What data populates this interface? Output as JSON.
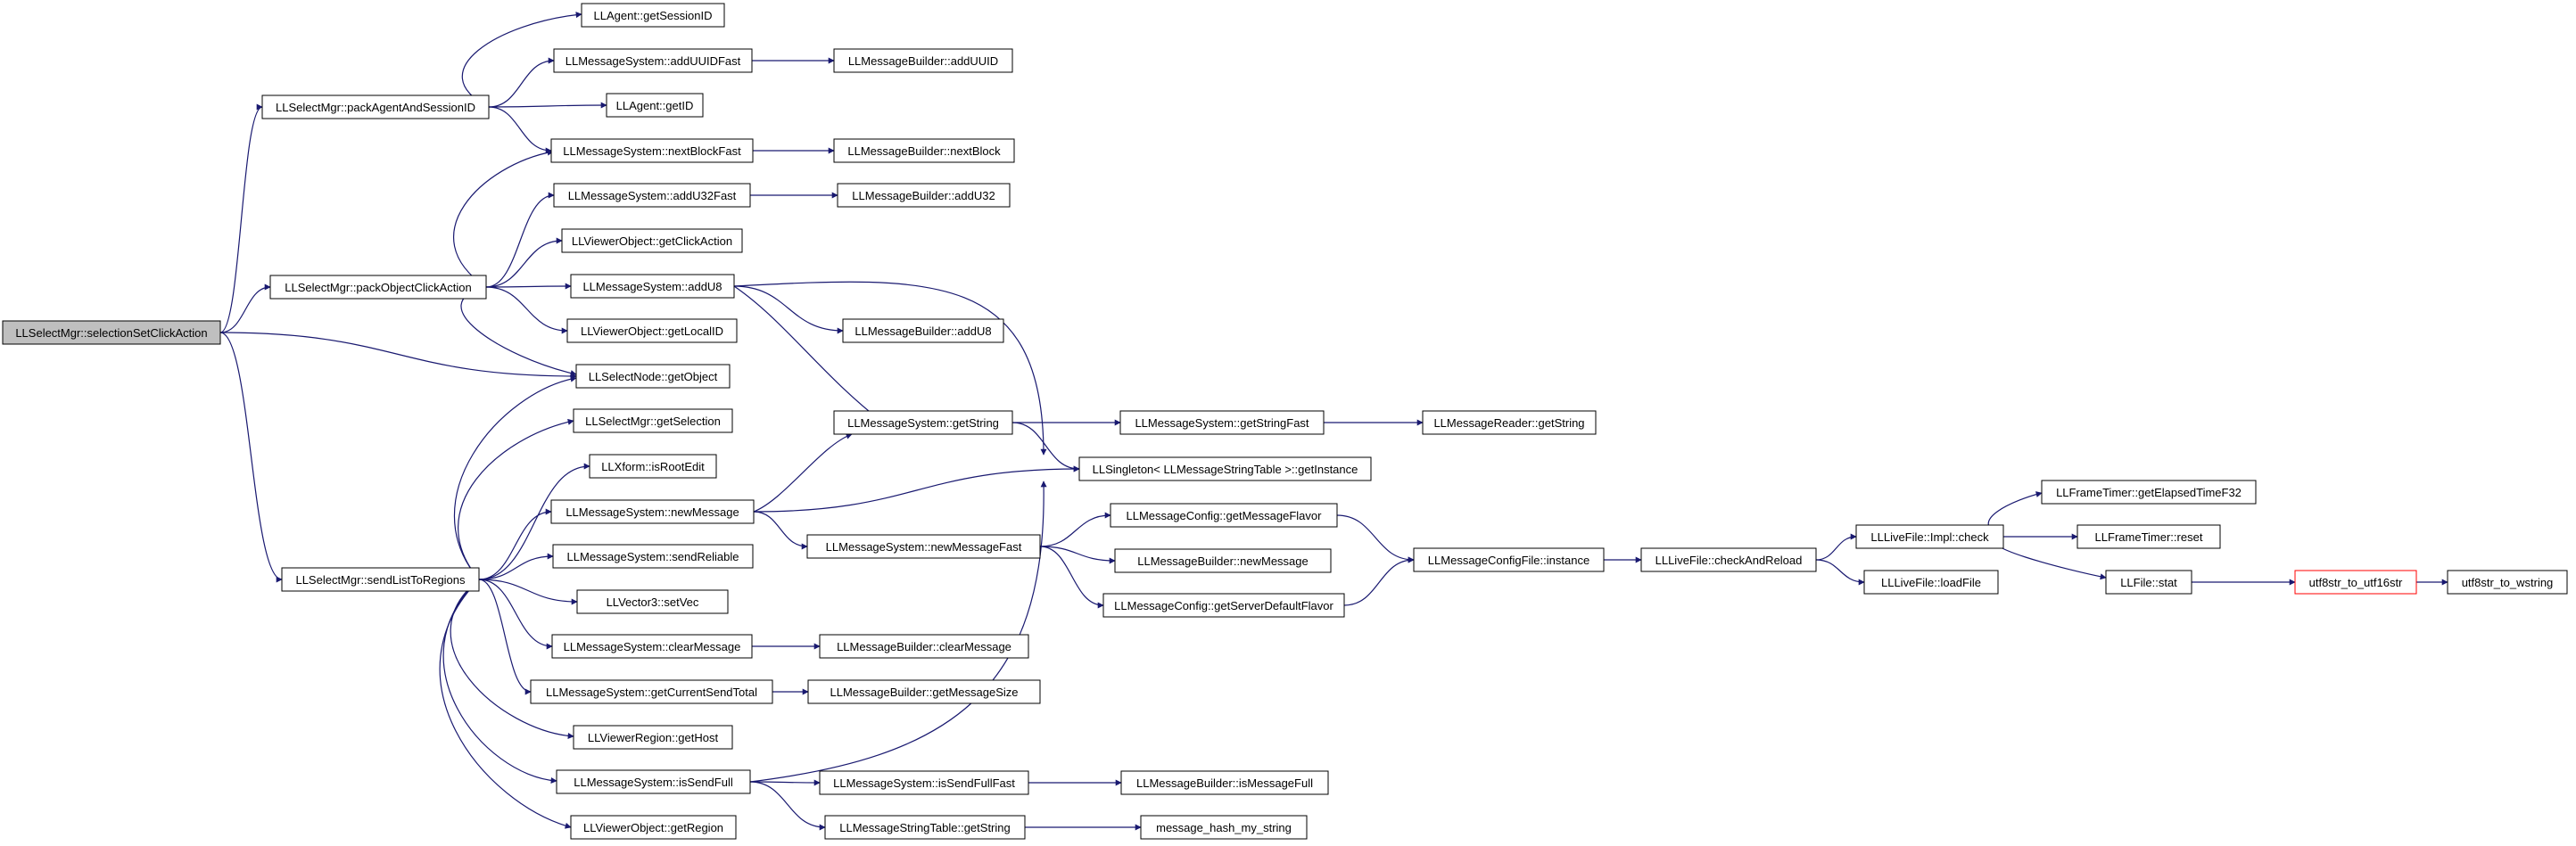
{
  "nodes": [
    {
      "id": "selectionSetClickAction",
      "label": "LLSelectMgr::selectionSetClickAction",
      "style": "root"
    },
    {
      "id": "packAgentAndSessionID",
      "label": "LLSelectMgr::packAgentAndSessionID"
    },
    {
      "id": "packObjectClickAction",
      "label": "LLSelectMgr::packObjectClickAction"
    },
    {
      "id": "sendListToRegions",
      "label": "LLSelectMgr::sendListToRegions"
    },
    {
      "id": "getSessionID",
      "label": "LLAgent::getSessionID"
    },
    {
      "id": "addUUIDFast",
      "label": "LLMessageSystem::addUUIDFast"
    },
    {
      "id": "getID",
      "label": "LLAgent::getID"
    },
    {
      "id": "nextBlockFast",
      "label": "LLMessageSystem::nextBlockFast"
    },
    {
      "id": "addU32Fast",
      "label": "LLMessageSystem::addU32Fast"
    },
    {
      "id": "getClickAction",
      "label": "LLViewerObject::getClickAction"
    },
    {
      "id": "addU8",
      "label": "LLMessageSystem::addU8"
    },
    {
      "id": "getLocalID",
      "label": "LLViewerObject::getLocalID"
    },
    {
      "id": "getObject",
      "label": "LLSelectNode::getObject"
    },
    {
      "id": "getSelection",
      "label": "LLSelectMgr::getSelection"
    },
    {
      "id": "isRootEdit",
      "label": "LLXform::isRootEdit"
    },
    {
      "id": "newMessage",
      "label": "LLMessageSystem::newMessage"
    },
    {
      "id": "sendReliable",
      "label": "LLMessageSystem::sendReliable"
    },
    {
      "id": "setVec",
      "label": "LLVector3::setVec"
    },
    {
      "id": "clearMessage",
      "label": "LLMessageSystem::clearMessage"
    },
    {
      "id": "getCurrentSendTotal",
      "label": "LLMessageSystem::getCurrentSendTotal"
    },
    {
      "id": "getHost",
      "label": "LLViewerRegion::getHost"
    },
    {
      "id": "isSendFull",
      "label": "LLMessageSystem::isSendFull"
    },
    {
      "id": "getRegion",
      "label": "LLViewerObject::getRegion"
    },
    {
      "id": "mbAddUUID",
      "label": "LLMessageBuilder::addUUID"
    },
    {
      "id": "mbNextBlock",
      "label": "LLMessageBuilder::nextBlock"
    },
    {
      "id": "mbAddU32",
      "label": "LLMessageBuilder::addU32"
    },
    {
      "id": "mbAddU8",
      "label": "LLMessageBuilder::addU8"
    },
    {
      "id": "getString",
      "label": "LLMessageSystem::getString"
    },
    {
      "id": "newMessageFast",
      "label": "LLMessageSystem::newMessageFast"
    },
    {
      "id": "mbClearMessage",
      "label": "LLMessageBuilder::clearMessage"
    },
    {
      "id": "mbGetMessageSize",
      "label": "LLMessageBuilder::getMessageSize"
    },
    {
      "id": "isSendFullFast",
      "label": "LLMessageSystem::isSendFullFast"
    },
    {
      "id": "mstGetString",
      "label": "LLMessageStringTable::getString"
    },
    {
      "id": "getStringFast",
      "label": "LLMessageSystem::getStringFast"
    },
    {
      "id": "singletonGetInstance",
      "label": "LLSingleton< LLMessageStringTable >::getInstance"
    },
    {
      "id": "getMessageFlavor",
      "label": "LLMessageConfig::getMessageFlavor"
    },
    {
      "id": "mbNewMessage",
      "label": "LLMessageBuilder::newMessage"
    },
    {
      "id": "getServerDefaultFlavor",
      "label": "LLMessageConfig::getServerDefaultFlavor"
    },
    {
      "id": "mbIsMessageFull",
      "label": "LLMessageBuilder::isMessageFull"
    },
    {
      "id": "messageHash",
      "label": "message_hash_my_string"
    },
    {
      "id": "mrGetString",
      "label": "LLMessageReader::getString"
    },
    {
      "id": "configInstance",
      "label": "LLMessageConfigFile::instance"
    },
    {
      "id": "checkAndReload",
      "label": "LLLiveFile::checkAndReload"
    },
    {
      "id": "implCheck",
      "label": "LLLiveFile::Impl::check"
    },
    {
      "id": "loadFile",
      "label": "LLLiveFile::loadFile"
    },
    {
      "id": "getElapsedTimeF32",
      "label": "LLFrameTimer::getElapsedTimeF32"
    },
    {
      "id": "timerReset",
      "label": "LLFrameTimer::reset"
    },
    {
      "id": "fileStat",
      "label": "LLFile::stat"
    },
    {
      "id": "utf8ToUtf16",
      "label": "utf8str_to_utf16str",
      "style": "red"
    },
    {
      "id": "utf8ToWstring",
      "label": "utf8str_to_wstring"
    }
  ],
  "edges": [
    [
      "selectionSetClickAction",
      "packAgentAndSessionID"
    ],
    [
      "selectionSetClickAction",
      "packObjectClickAction"
    ],
    [
      "selectionSetClickAction",
      "getObject"
    ],
    [
      "selectionSetClickAction",
      "sendListToRegions"
    ],
    [
      "packAgentAndSessionID",
      "getSessionID"
    ],
    [
      "packAgentAndSessionID",
      "addUUIDFast"
    ],
    [
      "packAgentAndSessionID",
      "getID"
    ],
    [
      "packAgentAndSessionID",
      "nextBlockFast"
    ],
    [
      "addUUIDFast",
      "mbAddUUID"
    ],
    [
      "nextBlockFast",
      "mbNextBlock"
    ],
    [
      "addU32Fast",
      "mbAddU32"
    ],
    [
      "packObjectClickAction",
      "nextBlockFast"
    ],
    [
      "packObjectClickAction",
      "addU32Fast"
    ],
    [
      "packObjectClickAction",
      "getClickAction"
    ],
    [
      "packObjectClickAction",
      "addU8"
    ],
    [
      "packObjectClickAction",
      "getLocalID"
    ],
    [
      "packObjectClickAction",
      "getObject"
    ],
    [
      "addU8",
      "mbAddU8"
    ],
    [
      "addU8",
      "getString"
    ],
    [
      "addU8",
      "singletonGetInstance"
    ],
    [
      "sendListToRegions",
      "getObject"
    ],
    [
      "sendListToRegions",
      "getSelection"
    ],
    [
      "sendListToRegions",
      "isRootEdit"
    ],
    [
      "sendListToRegions",
      "newMessage"
    ],
    [
      "sendListToRegions",
      "sendReliable"
    ],
    [
      "sendListToRegions",
      "setVec"
    ],
    [
      "sendListToRegions",
      "clearMessage"
    ],
    [
      "sendListToRegions",
      "getCurrentSendTotal"
    ],
    [
      "sendListToRegions",
      "getHost"
    ],
    [
      "sendListToRegions",
      "isSendFull"
    ],
    [
      "sendListToRegions",
      "getRegion"
    ],
    [
      "newMessage",
      "getString"
    ],
    [
      "newMessage",
      "singletonGetInstance"
    ],
    [
      "newMessage",
      "newMessageFast"
    ],
    [
      "getString",
      "getStringFast"
    ],
    [
      "getString",
      "singletonGetInstance"
    ],
    [
      "getStringFast",
      "mrGetString"
    ],
    [
      "newMessageFast",
      "getMessageFlavor"
    ],
    [
      "newMessageFast",
      "mbNewMessage"
    ],
    [
      "newMessageFast",
      "getServerDefaultFlavor"
    ],
    [
      "getMessageFlavor",
      "configInstance"
    ],
    [
      "getServerDefaultFlavor",
      "configInstance"
    ],
    [
      "configInstance",
      "checkAndReload"
    ],
    [
      "checkAndReload",
      "implCheck"
    ],
    [
      "checkAndReload",
      "loadFile"
    ],
    [
      "implCheck",
      "getElapsedTimeF32"
    ],
    [
      "implCheck",
      "timerReset"
    ],
    [
      "implCheck",
      "fileStat"
    ],
    [
      "fileStat",
      "utf8ToUtf16"
    ],
    [
      "utf8ToUtf16",
      "utf8ToWstring"
    ],
    [
      "clearMessage",
      "mbClearMessage"
    ],
    [
      "getCurrentSendTotal",
      "mbGetMessageSize"
    ],
    [
      "isSendFull",
      "isSendFullFast"
    ],
    [
      "isSendFull",
      "mstGetString"
    ],
    [
      "isSendFull",
      "singletonGetInstance"
    ],
    [
      "isSendFullFast",
      "mbIsMessageFull"
    ],
    [
      "mstGetString",
      "messageHash"
    ]
  ],
  "colors": {
    "edge": "#191970",
    "root_fill": "#bfbfbf",
    "node_border": "#000000",
    "red_border": "#ff0000"
  }
}
